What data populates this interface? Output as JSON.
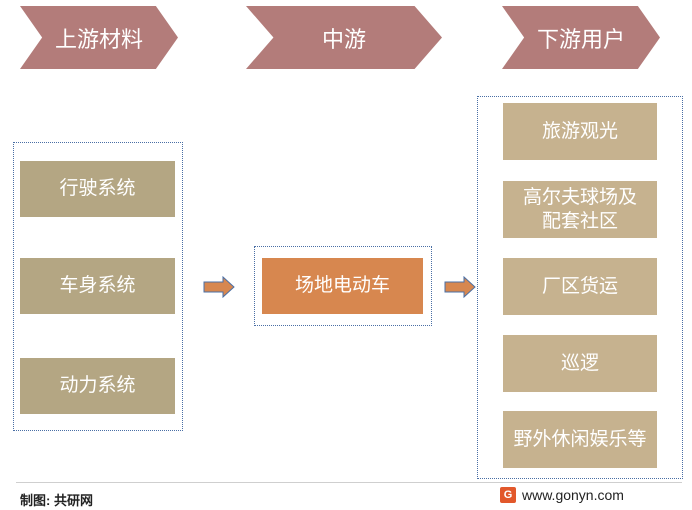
{
  "headers": {
    "upstream": "上游材料",
    "midstream": "中游",
    "downstream": "下游用户"
  },
  "upstream_items": [
    "行驶系统",
    "车身系统",
    "动力系统"
  ],
  "midstream_item": "场地电动车",
  "downstream_items": [
    "旅游观光",
    "高尔夫球场及配套社区",
    "厂区货运",
    "巡逻",
    "野外休闲娱乐等"
  ],
  "footer": {
    "credit": "制图: 共研网",
    "logo": "G",
    "site": "www.gonyn.com"
  },
  "colors": {
    "header": "#b37c7a",
    "upstream_box": "#b4a683",
    "downstream_box": "#c6b28f",
    "midstream_box": "#d7874f",
    "arrow": "#d7874f",
    "group_border": "#4a6fa5"
  }
}
